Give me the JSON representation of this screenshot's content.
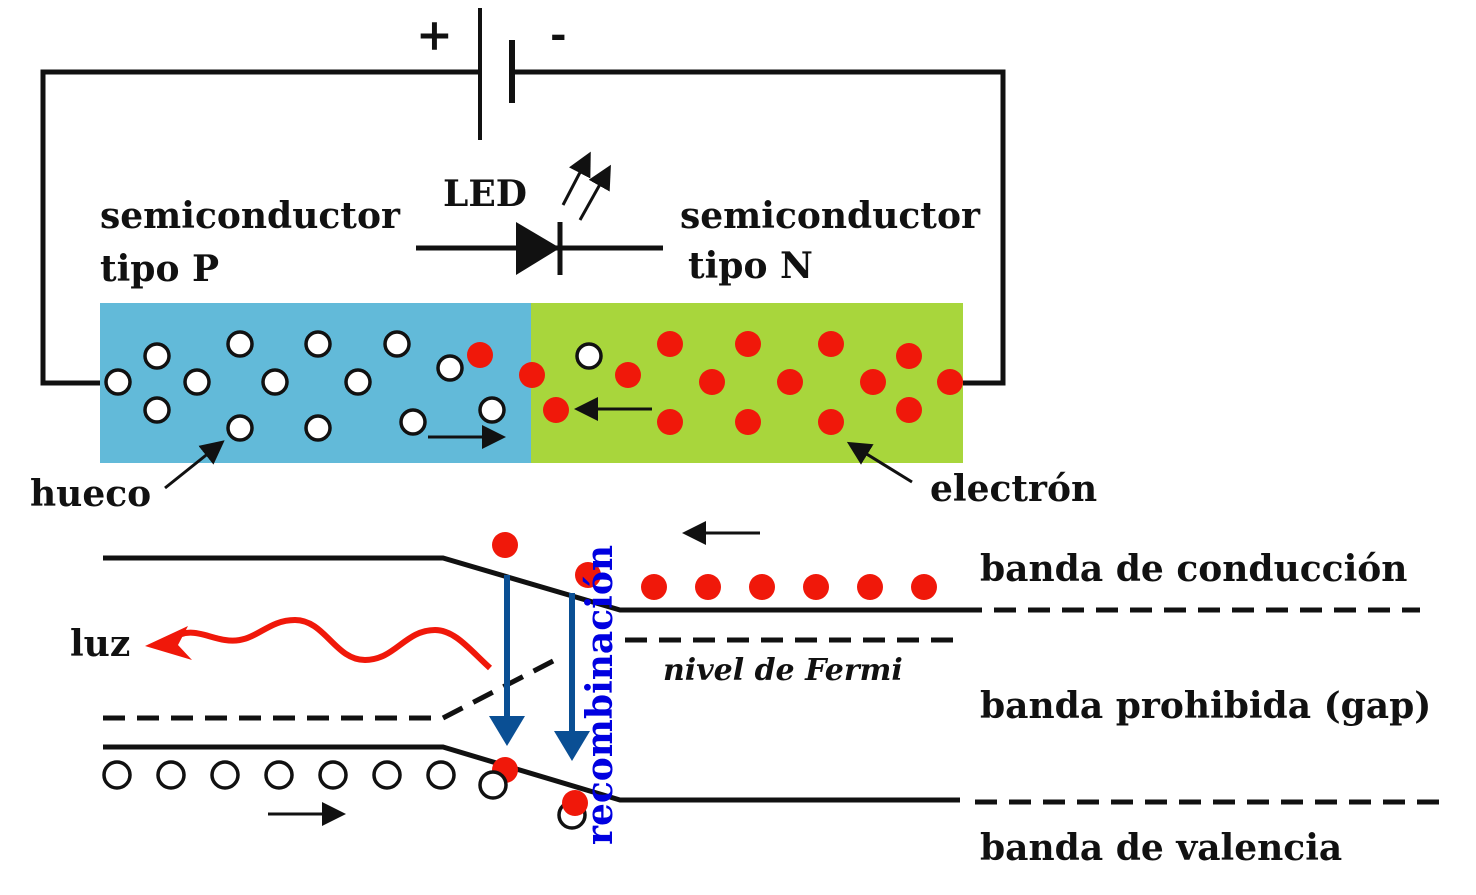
{
  "battery": {
    "plus": "+",
    "minus": "-"
  },
  "led": {
    "label": "LED"
  },
  "p_side": {
    "line1": "semiconductor",
    "line2": "tipo P",
    "color": "#62BAD9"
  },
  "n_side": {
    "line1": "semiconductor",
    "line2": "tipo N",
    "color": "#A8D63C"
  },
  "labels": {
    "hole": "hueco",
    "electron": "electrón",
    "light": "luz",
    "conduction_band": "banda de conducción",
    "fermi_level": "nivel de Fermi",
    "gap": "banda prohibida (gap)",
    "valence_band": "banda de valencia",
    "recombination": "recombinación"
  },
  "colors": {
    "electron": "#F0180A",
    "recombination_arrow": "#0A4F94",
    "recombination_text": "#0000E0",
    "light": "#F0180A"
  }
}
